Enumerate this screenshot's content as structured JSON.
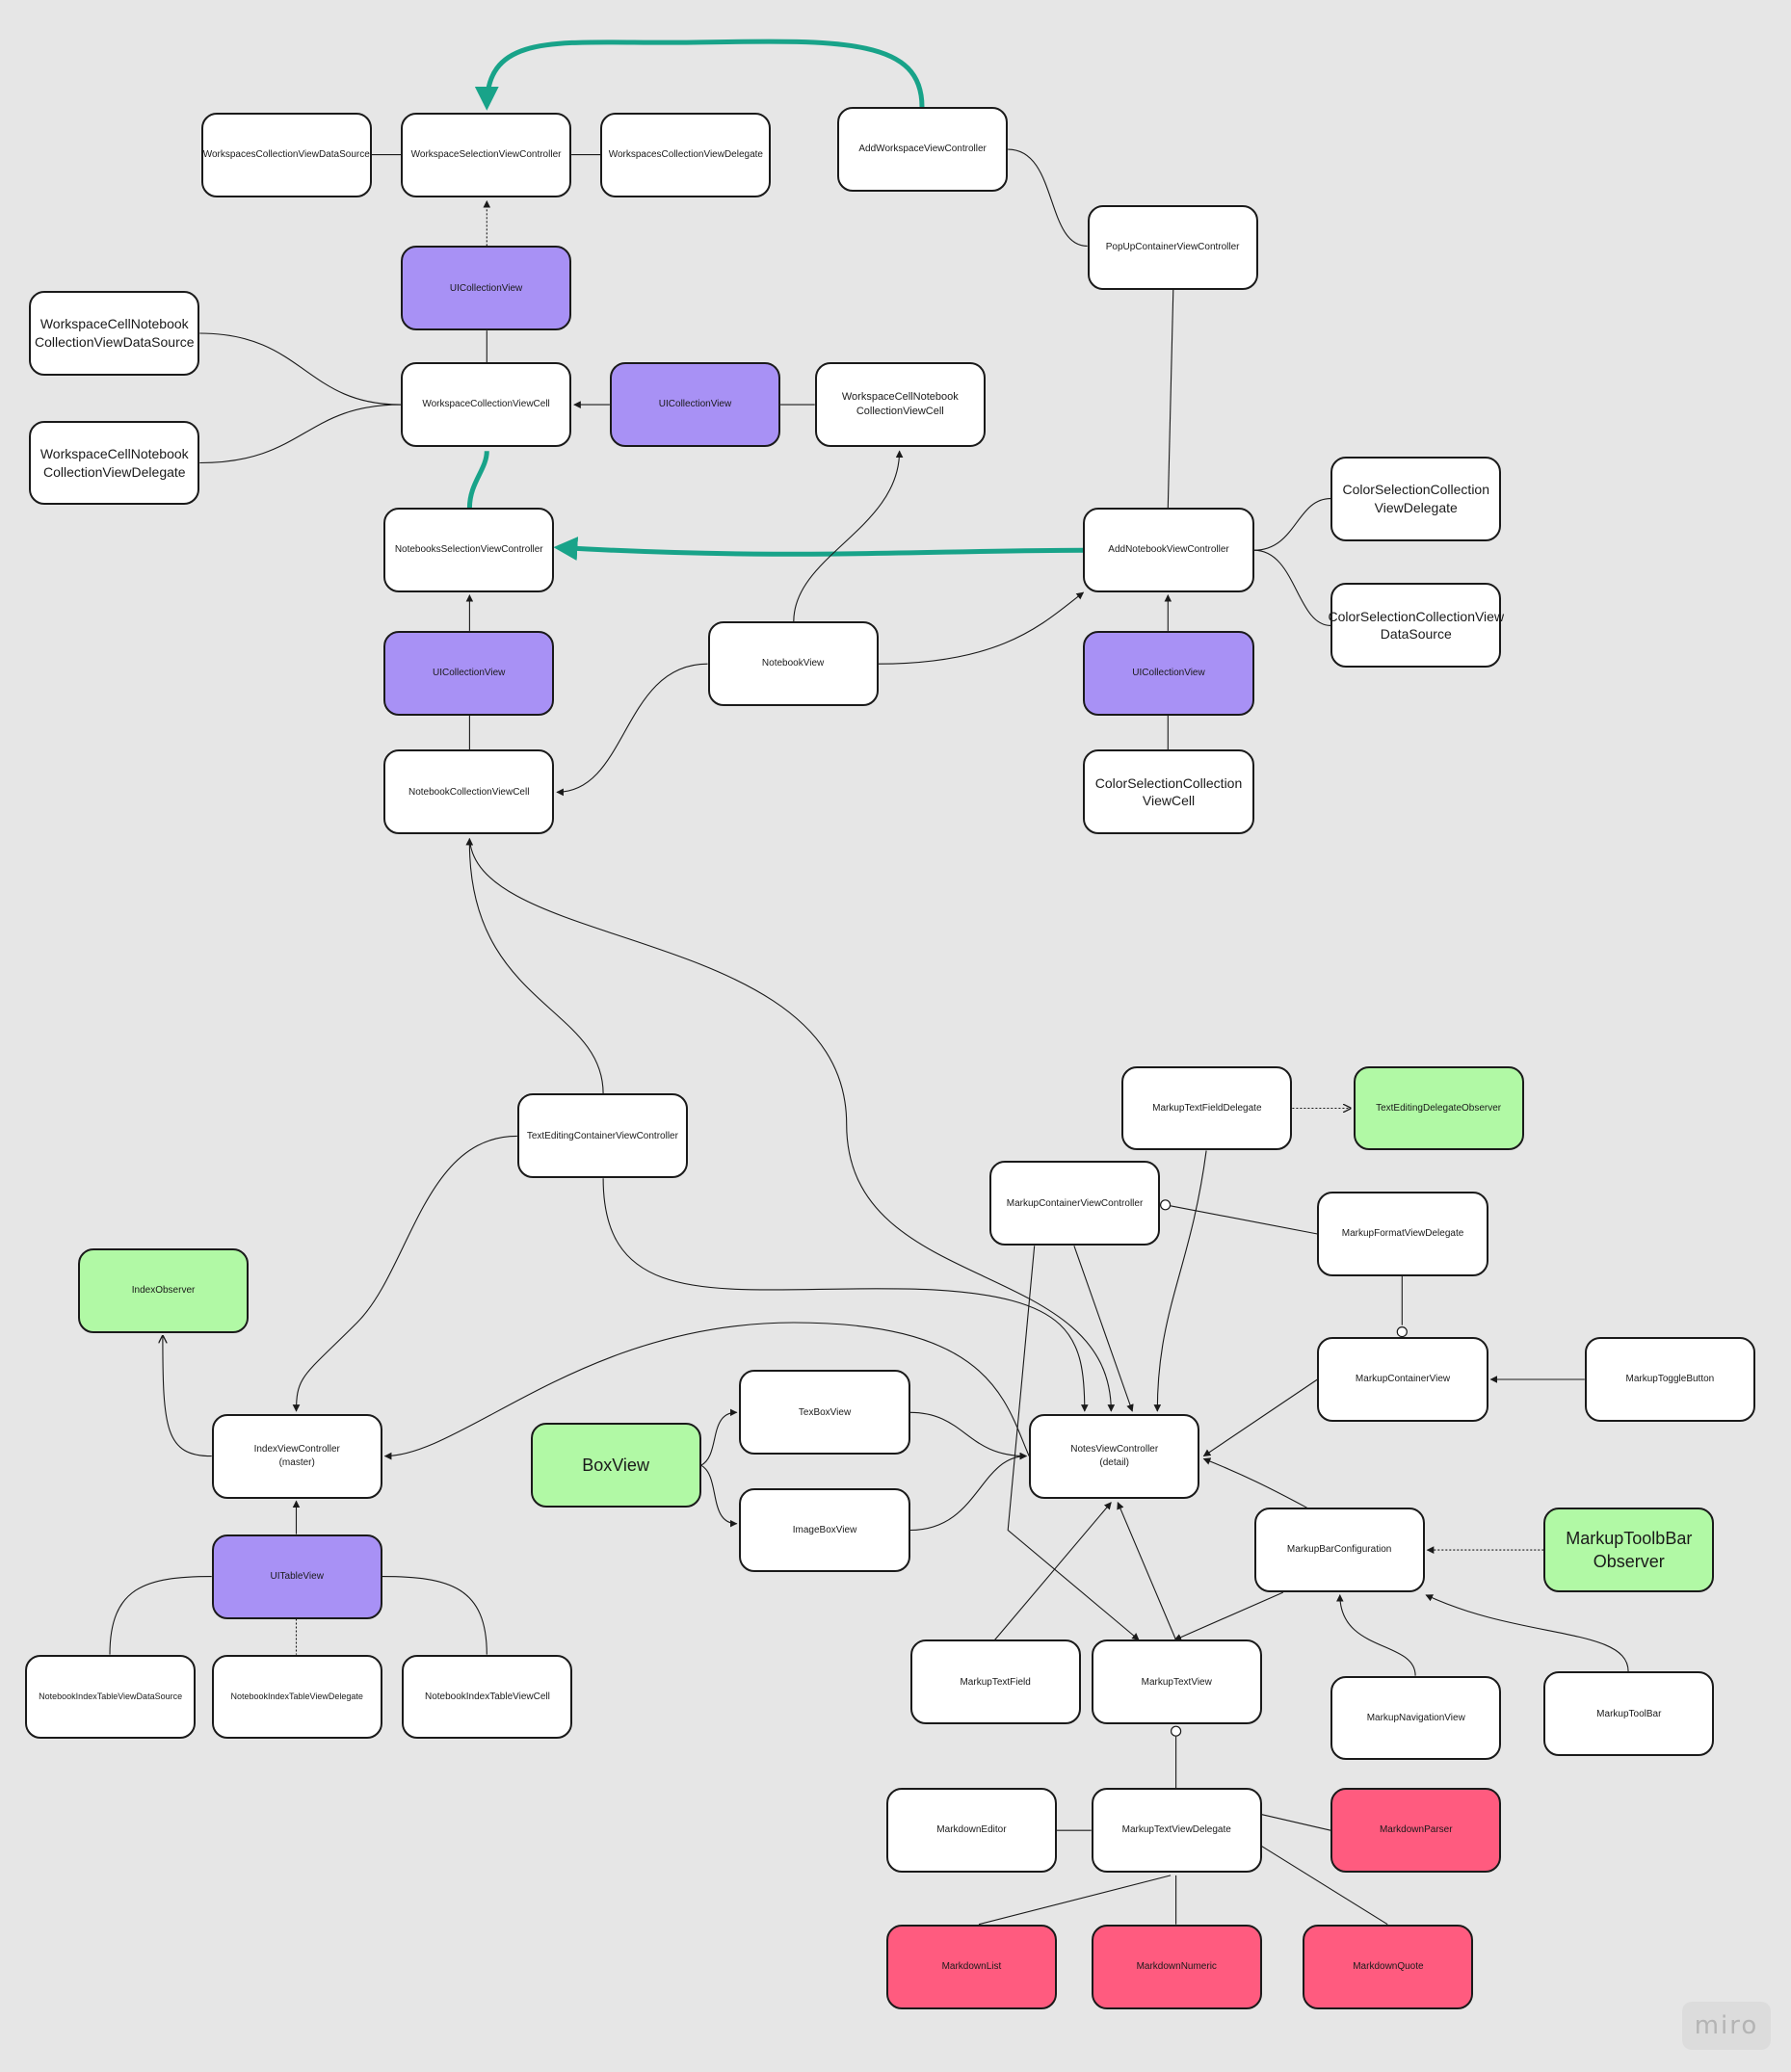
{
  "nodes": {
    "workspaces_datasource": {
      "label": "WorkspacesCollectionViewDataSource"
    },
    "workspace_selection_vc": {
      "label": "WorkspaceSelectionViewController"
    },
    "workspaces_delegate": {
      "label": "WorkspacesCollectionViewDelegate"
    },
    "add_workspace_vc": {
      "label": "AddWorkspaceViewController"
    },
    "popup_container_vc": {
      "label": "PopUpContainerViewController"
    },
    "uicollectionview_top": {
      "label": "UICollectionView"
    },
    "cell_nb_datasource": {
      "label": "WorkspaceCellNotebook\nCollectionViewDataSource"
    },
    "workspace_collection_cell": {
      "label": "WorkspaceCollectionViewCell"
    },
    "uicollectionview_mid": {
      "label": "UICollectionView"
    },
    "cell_nb_cell": {
      "label": "WorkspaceCellNotebook\nCollectionViewCell"
    },
    "cell_nb_delegate": {
      "label": "WorkspaceCellNotebook\nCollectionViewDelegate"
    },
    "color_sel_delegate": {
      "label": "ColorSelectionCollection\nViewDelegate"
    },
    "notebooks_selection_vc": {
      "label": "NotebooksSelectionViewController"
    },
    "add_notebook_vc": {
      "label": "AddNotebookViewController"
    },
    "color_sel_datasource": {
      "label": "ColorSelectionCollectionView\nDataSource"
    },
    "uicollectionview_left": {
      "label": "UICollectionView"
    },
    "notebook_view": {
      "label": "NotebookView"
    },
    "uicollectionview_right": {
      "label": "UICollectionView"
    },
    "notebook_collection_cell": {
      "label": "NotebookCollectionViewCell"
    },
    "color_sel_cell": {
      "label": "ColorSelectionCollection\nViewCell"
    },
    "markup_textfield_delegate": {
      "label": "MarkupTextFieldDelegate"
    },
    "text_editing_observer": {
      "label": "TextEditingDelegateObserver"
    },
    "text_editing_container_vc": {
      "label": "TextEditingContainerViewController"
    },
    "markup_container_vc": {
      "label": "MarkupContainerViewController"
    },
    "markup_format_delegate": {
      "label": "MarkupFormatViewDelegate"
    },
    "index_observer": {
      "label": "IndexObserver"
    },
    "markup_container_view": {
      "label": "MarkupContainerView"
    },
    "markup_toggle_button": {
      "label": "MarkupToggleButton"
    },
    "texbox_view": {
      "label": "TexBoxView"
    },
    "index_vc": {
      "label": "IndexViewController\n(master)"
    },
    "box_view": {
      "label": "BoxView"
    },
    "notes_vc": {
      "label": "NotesViewController\n(detail)"
    },
    "imagebox_view": {
      "label": "ImageBoxView"
    },
    "markup_bar_config": {
      "label": "MarkupBarConfiguration"
    },
    "markup_toolbar_observer": {
      "label": "MarkupToolbBar\nObserver"
    },
    "uitableview": {
      "label": "UITableView"
    },
    "nb_index_datasource": {
      "label": "NotebookIndexTableViewDataSource"
    },
    "nb_index_delegate": {
      "label": "NotebookIndexTableViewDelegate"
    },
    "nb_index_cell": {
      "label": "NotebookIndexTableViewCell"
    },
    "markup_textfield": {
      "label": "MarkupTextField"
    },
    "markup_textview": {
      "label": "MarkupTextView"
    },
    "markup_navigation_view": {
      "label": "MarkupNavigationView"
    },
    "markup_toolbar": {
      "label": "MarkupToolBar"
    },
    "markdown_editor": {
      "label": "MarkdownEditor"
    },
    "markup_textview_delegate": {
      "label": "MarkupTextViewDelegate"
    },
    "markdown_parser": {
      "label": "MarkdownParser"
    },
    "markdown_list": {
      "label": "MarkdownList"
    },
    "markdown_numeric": {
      "label": "MarkdownNumeric"
    },
    "markdown_quote": {
      "label": "MarkdownQuote"
    }
  },
  "watermark": {
    "text": "miro"
  },
  "colors": {
    "background": "#e6e6e6",
    "node_default": "#ffffff",
    "node_purple": "#a891f5",
    "node_green": "#b1f9a5",
    "node_red": "#ff5b7f",
    "edge": "#1a1a1a",
    "edge_accent": "#18a389"
  },
  "edges": [
    {
      "from": "add_workspace_vc",
      "to": "workspace_selection_vc",
      "style": "accent-arrow"
    },
    {
      "from": "workspaces_datasource",
      "to": "workspace_selection_vc",
      "style": "line"
    },
    {
      "from": "workspaces_delegate",
      "to": "workspace_selection_vc",
      "style": "line"
    },
    {
      "from": "uicollectionview_top",
      "to": "workspace_selection_vc",
      "style": "dotted-arrow"
    },
    {
      "from": "add_workspace_vc",
      "to": "popup_container_vc",
      "style": "curve"
    },
    {
      "from": "popup_container_vc",
      "to": "add_notebook_vc",
      "style": "line"
    },
    {
      "from": "uicollectionview_top",
      "to": "workspace_collection_cell",
      "style": "line"
    },
    {
      "from": "cell_nb_datasource",
      "to": "workspace_collection_cell",
      "style": "curve"
    },
    {
      "from": "cell_nb_delegate",
      "to": "workspace_collection_cell",
      "style": "curve"
    },
    {
      "from": "uicollectionview_mid",
      "to": "workspace_collection_cell",
      "style": "arrow"
    },
    {
      "from": "cell_nb_cell",
      "to": "uicollectionview_mid",
      "style": "line"
    },
    {
      "from": "workspace_collection_cell",
      "to": "notebooks_selection_vc",
      "style": "accent"
    },
    {
      "from": "add_notebook_vc",
      "to": "notebooks_selection_vc",
      "style": "accent-arrow"
    },
    {
      "from": "uicollectionview_left",
      "to": "notebooks_selection_vc",
      "style": "arrow"
    },
    {
      "from": "uicollectionview_left",
      "to": "notebook_collection_cell",
      "style": "line"
    },
    {
      "from": "notebook_view",
      "to": "cell_nb_cell",
      "style": "curve-arrow"
    },
    {
      "from": "notebook_view",
      "to": "add_notebook_vc",
      "style": "curve-arrow"
    },
    {
      "from": "notebook_view",
      "to": "notebook_collection_cell",
      "style": "curve-arrow"
    },
    {
      "from": "uicollectionview_right",
      "to": "add_notebook_vc",
      "style": "arrow"
    },
    {
      "from": "uicollectionview_right",
      "to": "color_sel_cell",
      "style": "line"
    },
    {
      "from": "color_sel_delegate",
      "to": "add_notebook_vc",
      "style": "curve"
    },
    {
      "from": "color_sel_datasource",
      "to": "add_notebook_vc",
      "style": "curve"
    },
    {
      "from": "text_editing_container_vc",
      "to": "notebook_collection_cell",
      "style": "curve-arrow"
    },
    {
      "from": "text_editing_container_vc",
      "to": "index_vc",
      "style": "curve-arrow"
    },
    {
      "from": "text_editing_container_vc",
      "to": "notes_vc",
      "style": "curve-arrow"
    },
    {
      "from": "notebook_collection_cell",
      "to": "notes_vc",
      "style": "curve-arrow"
    },
    {
      "from": "markup_textfield_delegate",
      "to": "text_editing_observer",
      "style": "dotted-open-arrow"
    },
    {
      "from": "markup_textfield_delegate",
      "to": "notes_vc",
      "style": "curve-arrow"
    },
    {
      "from": "markup_container_vc",
      "to": "markup_format_delegate",
      "style": "circle"
    },
    {
      "from": "markup_container_vc",
      "to": "notes_vc",
      "style": "arrow"
    },
    {
      "from": "markup_container_vc",
      "to": "markup_textview",
      "style": "arrow"
    },
    {
      "from": "markup_format_delegate",
      "to": "markup_container_view",
      "style": "circle"
    },
    {
      "from": "markup_toggle_button",
      "to": "markup_container_view",
      "style": "arrow"
    },
    {
      "from": "markup_container_view",
      "to": "notes_vc",
      "style": "arrow"
    },
    {
      "from": "index_vc",
      "to": "index_observer",
      "style": "open-arrow"
    },
    {
      "from": "notes_vc",
      "to": "index_vc",
      "style": "curve-arrow"
    },
    {
      "from": "box_view",
      "to": "texbox_view",
      "style": "curve-arrow"
    },
    {
      "from": "box_view",
      "to": "imagebox_view",
      "style": "curve-arrow"
    },
    {
      "from": "texbox_view",
      "to": "notes_vc",
      "style": "curve-arrow"
    },
    {
      "from": "imagebox_view",
      "to": "notes_vc",
      "style": "curve-arrow"
    },
    {
      "from": "markup_bar_config",
      "to": "notes_vc",
      "style": "arrow"
    },
    {
      "from": "markup_toolbar_observer",
      "to": "markup_bar_config",
      "style": "dotted-arrow"
    },
    {
      "from": "markup_bar_config",
      "to": "markup_textview",
      "style": "arrow"
    },
    {
      "from": "markup_navigation_view",
      "to": "markup_bar_config",
      "style": "curve-arrow"
    },
    {
      "from": "markup_toolbar",
      "to": "markup_bar_config",
      "style": "curve-arrow"
    },
    {
      "from": "uitableview",
      "to": "index_vc",
      "style": "arrow"
    },
    {
      "from": "uitableview",
      "to": "nb_index_datasource",
      "style": "curve"
    },
    {
      "from": "uitableview",
      "to": "nb_index_delegate",
      "style": "dotted"
    },
    {
      "from": "uitableview",
      "to": "nb_index_cell",
      "style": "curve"
    },
    {
      "from": "markup_textfield",
      "to": "notes_vc",
      "style": "arrow"
    },
    {
      "from": "markup_textview",
      "to": "notes_vc",
      "style": "arrow"
    },
    {
      "from": "markup_textview_delegate",
      "to": "markup_textview",
      "style": "circle"
    },
    {
      "from": "markdown_editor",
      "to": "markup_textview_delegate",
      "style": "line"
    },
    {
      "from": "markdown_parser",
      "to": "markup_textview_delegate",
      "style": "line"
    },
    {
      "from": "markdown_list",
      "to": "markup_textview_delegate",
      "style": "line"
    },
    {
      "from": "markdown_numeric",
      "to": "markup_textview_delegate",
      "style": "line"
    },
    {
      "from": "markdown_quote",
      "to": "markup_textview_delegate",
      "style": "line"
    }
  ]
}
